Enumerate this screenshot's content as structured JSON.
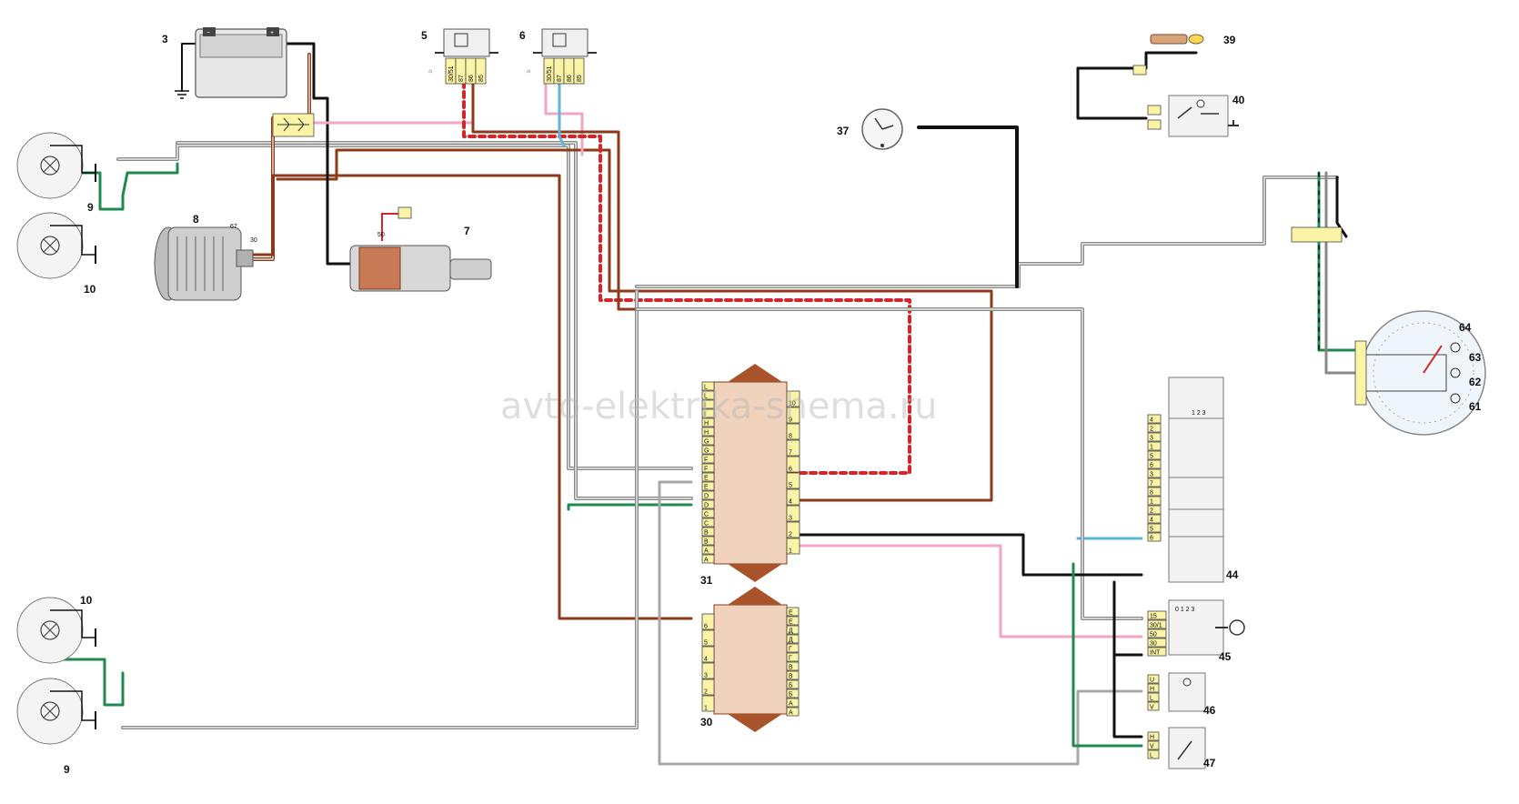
{
  "watermark": "avto-elektrika-shema.ru",
  "labels": {
    "n3": "3",
    "n5": "5",
    "n6": "6",
    "n7": "7",
    "n8": "8",
    "n9a": "9",
    "n9b": "9",
    "n10a": "10",
    "n10b": "10",
    "n30": "30",
    "n31": "31",
    "n37": "37",
    "n39": "39",
    "n40": "40",
    "n44": "44",
    "n45": "45",
    "n46": "46",
    "n47": "47",
    "n61": "61",
    "n62": "62",
    "n63": "63",
    "n64": "64"
  },
  "terminals": {
    "gen67": "67",
    "gen30": "30",
    "st50": "50",
    "relay": [
      "30/51",
      "87",
      "86",
      "85"
    ]
  },
  "fuse_box_31": {
    "left_pins": [
      "L",
      "L",
      "I",
      "I",
      "H",
      "H",
      "G",
      "G",
      "F",
      "F",
      "E",
      "E",
      "D",
      "D",
      "C",
      "C",
      "B",
      "B",
      "A",
      "A"
    ],
    "right_pins": [
      "10",
      "9",
      "8",
      "7",
      "6",
      "5",
      "4",
      "3",
      "2",
      "1"
    ]
  },
  "fuse_box_30": {
    "left_pins": [
      "6",
      "5",
      "4",
      "3",
      "2",
      "1"
    ],
    "right_pins": [
      "Е",
      "Е",
      "Д",
      "Д",
      "Г",
      "Г",
      "В",
      "В",
      "Б",
      "Б",
      "А",
      "А"
    ]
  },
  "switch_44_pins": [
    "4",
    "2",
    "3",
    "1",
    "5",
    "6",
    "3",
    "7",
    "8",
    "1",
    "2",
    "4",
    "5",
    "6"
  ],
  "switch_44_header": "1 2 3",
  "ignition_45_pins": [
    "15",
    "30/1",
    "50",
    "30",
    "INT"
  ],
  "ignition_45_header": "0 1 2 3",
  "switch_46_pins": [
    "U",
    "H",
    "L",
    "V"
  ],
  "switch_47_pins": [
    "H",
    "V",
    "L"
  ],
  "colors": {
    "black": "#111111",
    "brown": "#8b3a1a",
    "pink": "#f1a6c6",
    "grey": "#a8a8a8",
    "green": "#1f8a50",
    "blue": "#5bb6d8",
    "red": "#d2262b",
    "white": "#ffffff",
    "connector": "#f2e25c",
    "fuse_body": "#f0d2bd",
    "fuse_clip": "#a9532b"
  }
}
